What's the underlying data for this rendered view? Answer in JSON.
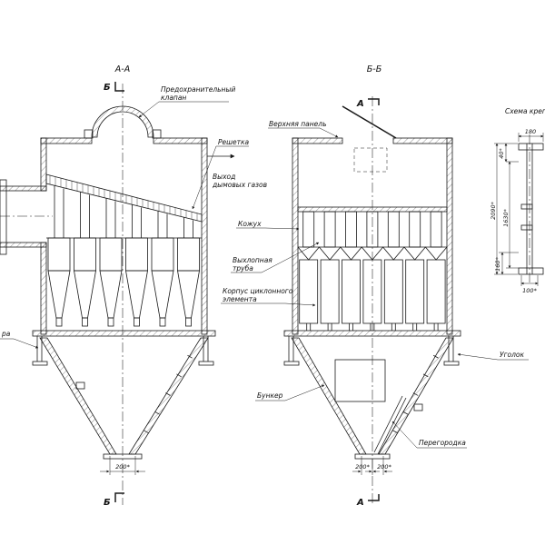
{
  "titles": {
    "section_a": "А-А",
    "section_b": "Б-Б",
    "detail": "Схема крепления"
  },
  "markers": {
    "b_top": "Б",
    "b_bottom": "Б",
    "a_top": "А",
    "a_bottom": "А"
  },
  "labels": {
    "safety_valve_l1": "Предохранительный",
    "safety_valve_l2": "клапан",
    "grid": "Решетка",
    "gas_outlet_l1": "Выход",
    "gas_outlet_l2": "дымовых газов",
    "top_panel": "Верхняя панель",
    "casing": "Кожух",
    "exhaust_pipe_l1": "Выхлопная",
    "exhaust_pipe_l2": "труба",
    "cyclone_body_l1": "Корпус циклонного",
    "cyclone_body_l2": "элемента",
    "support_fragment": "ра",
    "corner": "Уголок",
    "hopper": "Бункер",
    "partition": "Перегородка"
  },
  "dimensions": {
    "hopper_left": "200*",
    "hopper_right_1": "200*",
    "hopper_right_2": "200*",
    "detail_180": "180",
    "detail_40": "40*",
    "detail_2090": "2090*",
    "detail_1630": "1630*",
    "detail_160": "160*",
    "detail_100": "100*"
  }
}
